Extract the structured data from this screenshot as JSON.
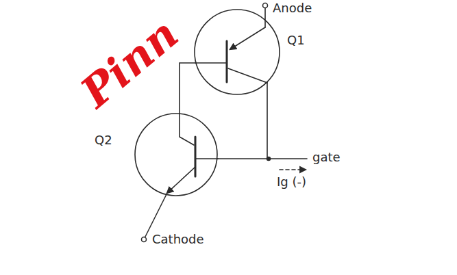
{
  "diagram": {
    "nodes": [
      {
        "text": [
          "Q1"
        ]
      },
      {
        "text": [
          "Q2"
        ]
      }
    ],
    "edges": [
      {
        "from": 0,
        "to": 1,
        "arrow": "none"
      },
      {
        "from": 0,
        "to": 1,
        "arrow": "none"
      }
    ],
    "labels": [
      "Pinn",
      "Anode",
      "gate",
      "Ig (-)",
      "Cathode"
    ]
  }
}
